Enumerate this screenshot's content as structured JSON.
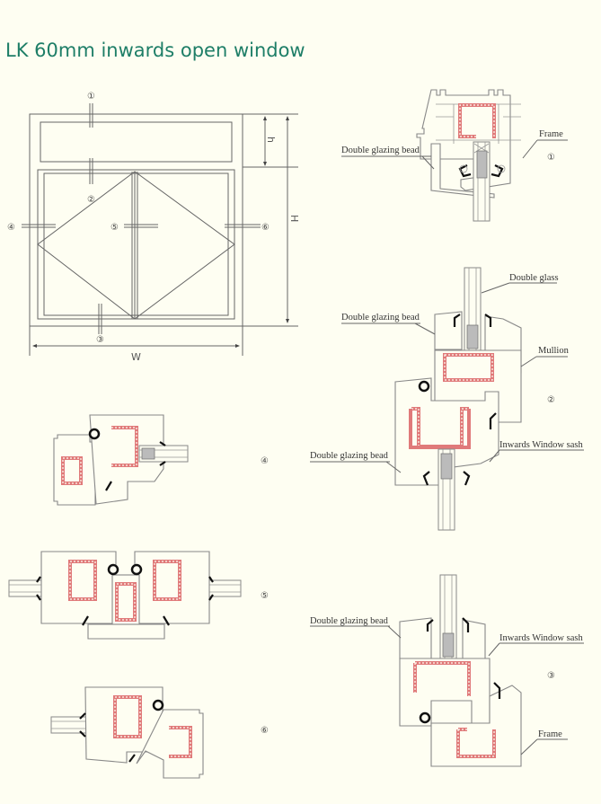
{
  "title": "LK 60mm inwards open window",
  "elevation": {
    "markers": [
      "①",
      "②",
      "③",
      "④",
      "⑤",
      "⑥"
    ],
    "dimensions": {
      "width": "W",
      "height": "H",
      "transom_height": "h"
    }
  },
  "sections": [
    {
      "marker": "①",
      "labels": [
        "Double glazing bead",
        "Frame"
      ]
    },
    {
      "marker": "②",
      "labels": [
        "Double glass",
        "Double glazing bead",
        "Mullion",
        "Inwards Window sash",
        "Double glazing bead"
      ]
    },
    {
      "marker": "③",
      "labels": [
        "Double glazing bead",
        "Inwards Window sash",
        "Frame"
      ]
    },
    {
      "marker": "④",
      "labels": []
    },
    {
      "marker": "⑤",
      "labels": []
    },
    {
      "marker": "⑥",
      "labels": []
    }
  ],
  "colors": {
    "title": "#1e7e67",
    "steel": "#e07a7a",
    "background": "#fefef2"
  }
}
